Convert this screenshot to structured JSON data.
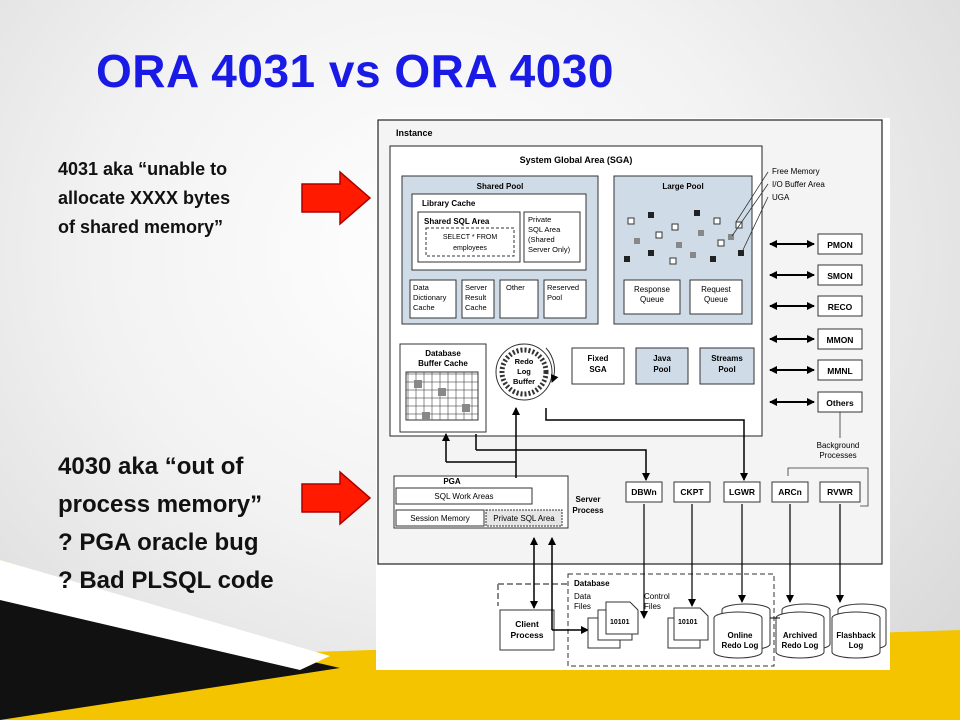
{
  "slide": {
    "title": "ORA 4031 vs ORA 4030",
    "note_4031": [
      "4031 aka “unable to",
      "allocate XXXX bytes",
      "of shared memory”"
    ],
    "note_4030": [
      "4030 aka “out of",
      "process memory”",
      "? PGA oracle bug",
      "? Bad PLSQL code"
    ],
    "colors": {
      "title": "#1a1ae6",
      "arrow": "#ff1a00",
      "pool_fill": "#cfdce8",
      "accent_band": "#f5c400"
    }
  },
  "diagram": {
    "instance": "Instance",
    "sga": "System Global Area (SGA)",
    "shared_pool": "Shared Pool",
    "library_cache": "Library Cache",
    "shared_sql_area": "Shared SQL Area",
    "sql_line1": "SELECT * FROM",
    "sql_line2": "employees",
    "private_sql": [
      "Private",
      "SQL Area",
      "(Shared",
      "Server Only)"
    ],
    "data_dict": [
      "Data",
      "Dictionary",
      "Cache"
    ],
    "server_result": [
      "Server",
      "Result",
      "Cache"
    ],
    "other": "Other",
    "reserved_pool": [
      "Reserved",
      "Pool"
    ],
    "large_pool": "Large Pool",
    "response_queue": [
      "Response",
      "Queue"
    ],
    "request_queue": [
      "Request",
      "Queue"
    ],
    "legend": [
      "Free Memory",
      "I/O Buffer Area",
      "UGA"
    ],
    "db_buffer_cache": [
      "Database",
      "Buffer Cache"
    ],
    "redo_log_buffer": [
      "Redo",
      "Log",
      "Buffer"
    ],
    "fixed_sga": [
      "Fixed",
      "SGA"
    ],
    "java_pool": [
      "Java",
      "Pool"
    ],
    "streams_pool": [
      "Streams",
      "Pool"
    ],
    "bg_processes": [
      "PMON",
      "SMON",
      "RECO",
      "MMON",
      "MMNL",
      "Others"
    ],
    "background_label": [
      "Background",
      "Processes"
    ],
    "pga": "PGA",
    "sql_work_areas": "SQL Work Areas",
    "session_memory": "Session Memory",
    "private_sql_area": "Private SQL Area",
    "server_process": [
      "Server",
      "Process"
    ],
    "process_boxes": [
      "DBWn",
      "CKPT",
      "LGWR",
      "ARCn",
      "RVWR"
    ],
    "client_process": [
      "Client",
      "Process"
    ],
    "database": "Database",
    "data_files": [
      "Data",
      "Files"
    ],
    "control_files": [
      "Control",
      "Files"
    ],
    "file_glyph": "10101",
    "online_redo": [
      "Online",
      "Redo Log"
    ],
    "archived_redo": [
      "Archived",
      "Redo Log"
    ],
    "flashback_log": [
      "Flashback",
      "Log"
    ]
  }
}
